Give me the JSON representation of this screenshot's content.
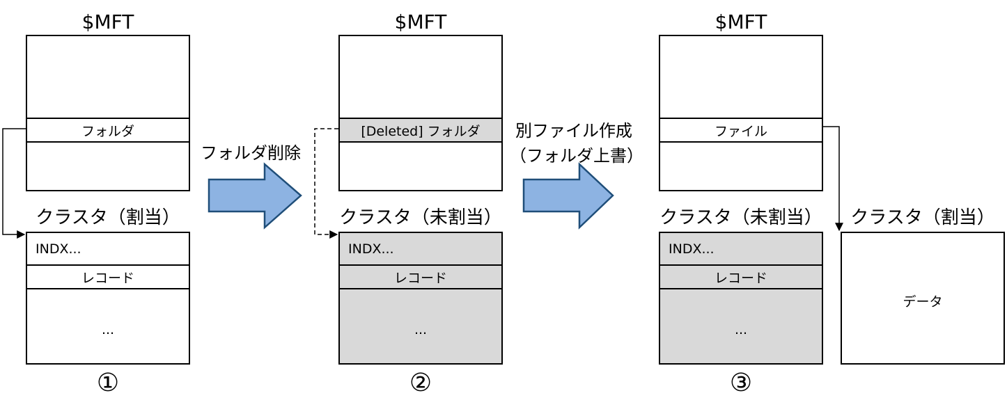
{
  "panel1": {
    "mft_title": "$MFT",
    "mft_row": "フォルダ",
    "cluster_title": "クラスタ（割当）",
    "cluster_rows": [
      "INDX...",
      "レコード",
      "..."
    ],
    "number": "①"
  },
  "step1_label": "フォルダ削除",
  "panel2": {
    "mft_title": "$MFT",
    "mft_row": "[Deleted] フォルダ",
    "cluster_title": "クラスタ（未割当）",
    "cluster_rows": [
      "INDX...",
      "レコード",
      "..."
    ],
    "number": "②"
  },
  "step2_label": [
    "別ファイル作成",
    "（フォルダ上書）"
  ],
  "panel3": {
    "mft_title": "$MFT",
    "mft_row": "ファイル",
    "cluster_title": "クラスタ（未割当）",
    "cluster_rows": [
      "INDX...",
      "レコード",
      "..."
    ],
    "number": "③"
  },
  "panel4": {
    "cluster_title": "クラスタ（割当）",
    "content": "データ"
  },
  "colors": {
    "arrow_fill": "#8db3e2",
    "arrow_stroke": "#1f4e79",
    "unallocated_fill": "#d9d9d9"
  }
}
